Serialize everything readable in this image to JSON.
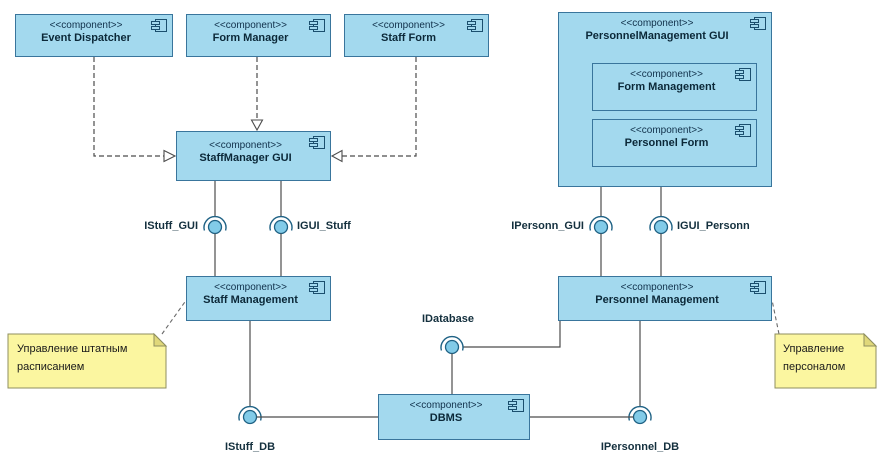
{
  "diagram": {
    "stereotype": "<<component>>",
    "components": {
      "event_dispatcher": "Event Dispatcher",
      "form_manager": "Form Manager",
      "staff_form": "Staff Form",
      "personnel_management_gui": "PersonnelManagement GUI",
      "form_management": "Form Management",
      "personnel_form": "Personnel Form",
      "staffmanager_gui": "StaffManager GUI",
      "staff_management": "Staff Management",
      "personnel_management": "Personnel Management",
      "dbms": "DBMS"
    },
    "interfaces": {
      "istuff_gui": "IStuff_GUI",
      "igui_stuff": "IGUI_Stuff",
      "ipersonn_gui": "IPersonn_GUI",
      "igui_personn": "IGUI_Personn",
      "idatabase": "IDatabase",
      "istuff_db": "IStuff_DB",
      "ipersonnel_db": "IPersonnel_DB"
    },
    "notes": {
      "staff_note": "Управление штатным\nрасписанием",
      "personnel_note": "Управление\nперсоналом"
    },
    "colors": {
      "component_fill": "#a3d9ee",
      "component_border": "#39759c",
      "note_fill": "#fbf6a0",
      "ball_fill": "#82cbe8",
      "line": "#4c4c4c"
    }
  }
}
